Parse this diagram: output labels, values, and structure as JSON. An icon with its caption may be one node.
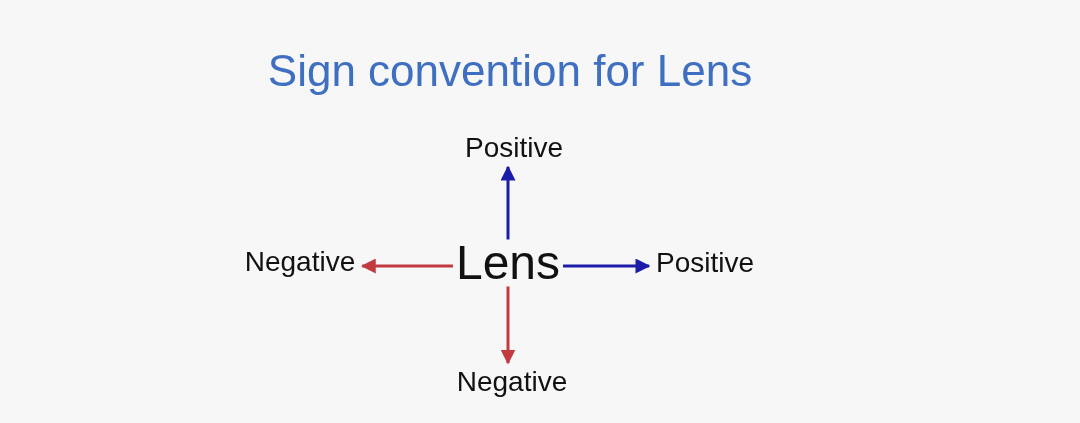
{
  "diagram": {
    "title": "Sign convention for Lens",
    "nodes": [
      {
        "text": [
          "Lens"
        ]
      },
      {
        "text": [
          "Positive"
        ]
      },
      {
        "text": [
          "Negative"
        ]
      },
      {
        "text": [
          "Positive"
        ]
      },
      {
        "text": [
          "Negative"
        ]
      }
    ],
    "edges": [
      {
        "from": 0,
        "to": 1,
        "arrow": "to",
        "color": "#1c1ca8"
      },
      {
        "from": 0,
        "to": 2,
        "arrow": "to",
        "color": "#c23a40"
      },
      {
        "from": 0,
        "to": 3,
        "arrow": "to",
        "color": "#1c1ca8"
      },
      {
        "from": 0,
        "to": 4,
        "arrow": "to",
        "color": "#c23a40"
      }
    ]
  }
}
